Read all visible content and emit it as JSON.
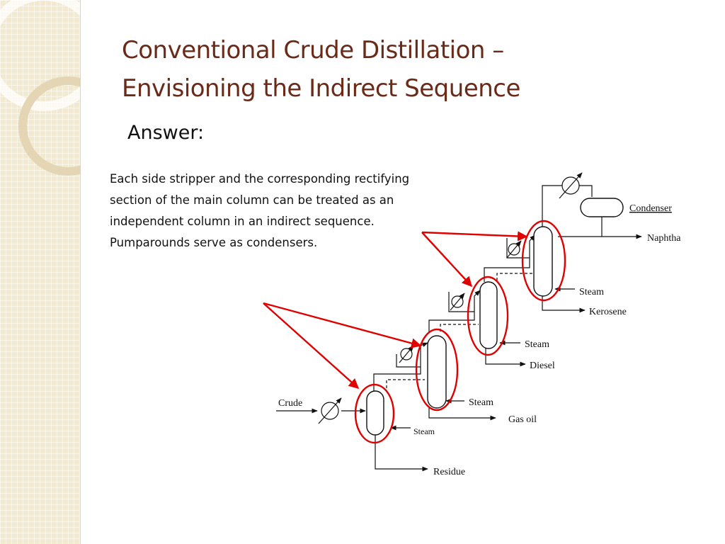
{
  "slide": {
    "title_line1": "Conventional Crude Distillation –",
    "title_line2": "Envisioning the Indirect Sequence",
    "answer_label": "Answer:",
    "body_text": "Each side stripper and the corresponding rectifying section of the main column can be treated as an independent column in an indirect sequence. Pumparounds serve as condensers."
  },
  "diagram": {
    "labels": {
      "crude": "Crude",
      "condenser": "Condenser",
      "naphtha": "Naphtha",
      "steam_1": "Steam",
      "kerosene": "Kerosene",
      "steam_2": "Steam",
      "diesel": "Diesel",
      "steam_3": "Steam",
      "gas_oil": "Gas oil",
      "steam_4": "Steam",
      "residue": "Residue"
    }
  },
  "colors": {
    "title": "#6b2a17",
    "annotation_red": "#e00000",
    "side_band": "#f3e9cf"
  }
}
